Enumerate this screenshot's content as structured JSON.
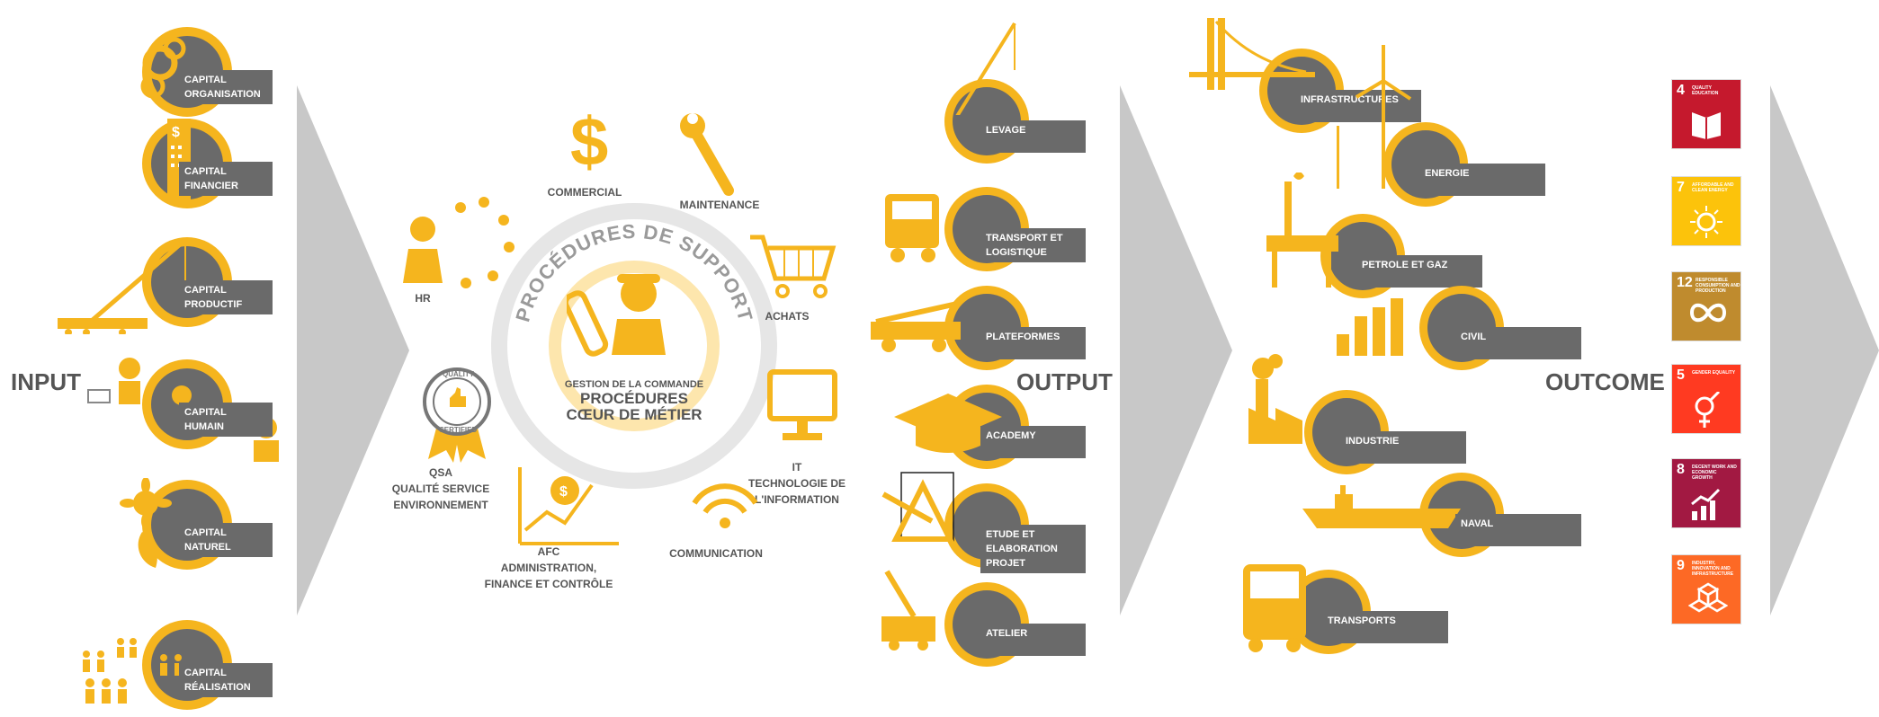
{
  "colors": {
    "accent": "#f5b51e",
    "dark": "#6a6a6a",
    "chevron": "#c8c8c8",
    "text": "#555555"
  },
  "stages": {
    "input": "INPUT",
    "output": "OUTPUT",
    "outcome": "OUTCOME"
  },
  "inputs": [
    {
      "label": "CAPITAL ORGANISATION",
      "icon": "gears-icon"
    },
    {
      "label": "CAPITAL FINANCIER",
      "icon": "building-icon"
    },
    {
      "label": "CAPITAL PRODUCTIF",
      "icon": "crane-icon"
    },
    {
      "label": "CAPITAL HUMAIN",
      "icon": "people-icon"
    },
    {
      "label": "CAPITAL NATUREL",
      "icon": "flower-icon"
    },
    {
      "label": "CAPITAL RÉALISATION",
      "icon": "team-icon"
    }
  ],
  "center": {
    "ring_text": "PROCÉDURES DE SUPPORT",
    "sub": "GESTION DE LA COMMANDE",
    "title1": "PROCÉDURES",
    "title2": "CŒUR DE MÉTIER"
  },
  "support": {
    "commercial": "COMMERCIAL",
    "maintenance": "MAINTENANCE",
    "hr": "HR",
    "achats": "ACHATS",
    "it_title": "IT",
    "it_sub1": "TECHNOLOGIE DE",
    "it_sub2": "L'INFORMATION",
    "qsa_title": "QSA",
    "qsa_sub1": "QUALITÉ SERVICE",
    "qsa_sub2": "ENVIRONNEMENT",
    "afc_title": "AFC",
    "afc_sub1": "ADMINISTRATION,",
    "afc_sub2": "FINANCE ET CONTRÔLE",
    "communication": "COMMUNICATION",
    "badge_top": "QUALITY",
    "badge_bottom": "CERTIFIED"
  },
  "outputs": [
    {
      "label": "LEVAGE",
      "icon": "crawler-crane-icon"
    },
    {
      "label": "TRANSPORT ET LOGISTIQUE",
      "icon": "truck-icon"
    },
    {
      "label": "PLATEFORMES",
      "icon": "platform-truck-icon"
    },
    {
      "label": "ACADEMY",
      "icon": "graduation-cap-icon"
    },
    {
      "label": "ETUDE ET ELABORATION PROJET",
      "icon": "design-tools-icon"
    },
    {
      "label": "ATELIER",
      "icon": "workshop-crane-icon"
    }
  ],
  "outcomes": [
    {
      "label": "INFRASTRUCTURES",
      "icon": "bridge-icon"
    },
    {
      "label": "ENERGIE",
      "icon": "wind-turbine-icon"
    },
    {
      "label": "PETROLE ET GAZ",
      "icon": "oil-rig-icon"
    },
    {
      "label": "CIVIL",
      "icon": "city-icon"
    },
    {
      "label": "INDUSTRIE",
      "icon": "factory-icon"
    },
    {
      "label": "NAVAL",
      "icon": "ship-icon"
    },
    {
      "label": "TRANSPORTS",
      "icon": "bus-icon"
    }
  ],
  "sdgs": [
    {
      "num": "4",
      "title": "QUALITY EDUCATION",
      "color": "#c5192d",
      "icon": "book-icon"
    },
    {
      "num": "7",
      "title": "AFFORDABLE AND CLEAN ENERGY",
      "color": "#fcc30b",
      "icon": "sun-icon"
    },
    {
      "num": "12",
      "title": "RESPONSIBLE CONSUMPTION AND PRODUCTION",
      "color": "#bf8b2e",
      "icon": "infinity-icon"
    },
    {
      "num": "5",
      "title": "GENDER EQUALITY",
      "color": "#ff3a21",
      "icon": "gender-icon"
    },
    {
      "num": "8",
      "title": "DECENT WORK AND ECONOMIC GROWTH",
      "color": "#a21942",
      "icon": "growth-chart-icon"
    },
    {
      "num": "9",
      "title": "INDUSTRY, INNOVATION AND INFRASTRUCTURE",
      "color": "#fd6925",
      "icon": "cubes-icon"
    }
  ]
}
